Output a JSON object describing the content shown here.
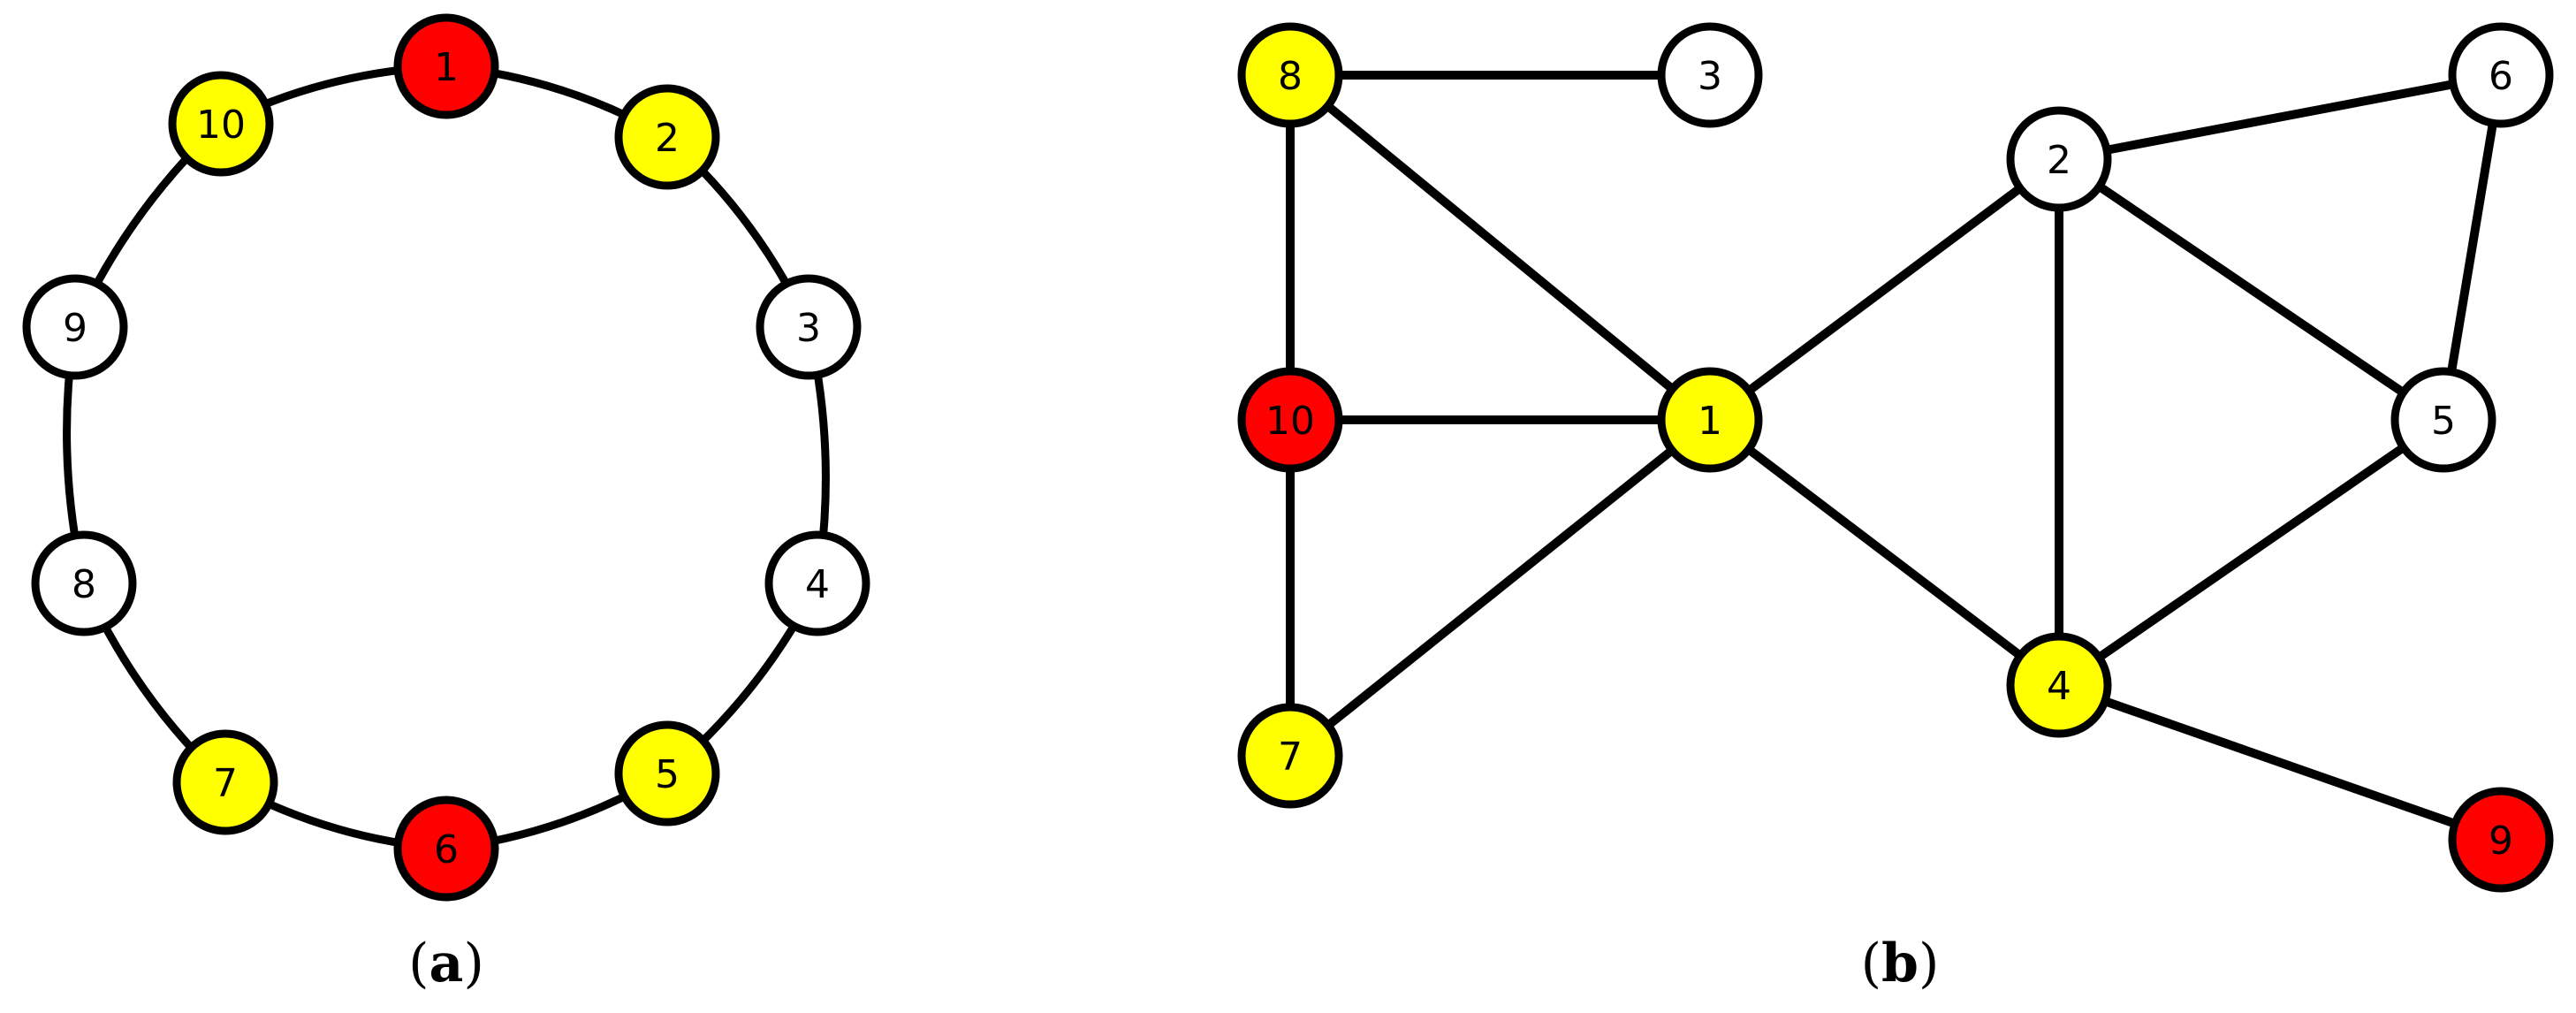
{
  "colors": {
    "red": "#ff0000",
    "yellow": "#ffff00",
    "white": "#ffffff",
    "stroke": "#000000"
  },
  "panels": [
    {
      "id": "a",
      "caption": {
        "open": "(",
        "letter": "a",
        "close": ")"
      },
      "layout": "ring",
      "nodes": [
        {
          "label": "1",
          "color": "red"
        },
        {
          "label": "2",
          "color": "yellow"
        },
        {
          "label": "3",
          "color": "white"
        },
        {
          "label": "4",
          "color": "white"
        },
        {
          "label": "5",
          "color": "yellow"
        },
        {
          "label": "6",
          "color": "red"
        },
        {
          "label": "7",
          "color": "yellow"
        },
        {
          "label": "8",
          "color": "white"
        },
        {
          "label": "9",
          "color": "white"
        },
        {
          "label": "10",
          "color": "yellow"
        }
      ],
      "edges": [
        [
          "1",
          "2"
        ],
        [
          "2",
          "3"
        ],
        [
          "3",
          "4"
        ],
        [
          "4",
          "5"
        ],
        [
          "5",
          "6"
        ],
        [
          "6",
          "7"
        ],
        [
          "7",
          "8"
        ],
        [
          "8",
          "9"
        ],
        [
          "9",
          "10"
        ],
        [
          "10",
          "1"
        ]
      ]
    },
    {
      "id": "b",
      "caption": {
        "open": "(",
        "letter": "b",
        "close": ")"
      },
      "layout": "graph",
      "nodes": [
        {
          "label": "1",
          "color": "yellow"
        },
        {
          "label": "2",
          "color": "white"
        },
        {
          "label": "3",
          "color": "white"
        },
        {
          "label": "4",
          "color": "yellow"
        },
        {
          "label": "5",
          "color": "white"
        },
        {
          "label": "6",
          "color": "white"
        },
        {
          "label": "7",
          "color": "yellow"
        },
        {
          "label": "8",
          "color": "yellow"
        },
        {
          "label": "9",
          "color": "red"
        },
        {
          "label": "10",
          "color": "red"
        }
      ],
      "edges": [
        [
          "8",
          "3"
        ],
        [
          "8",
          "10"
        ],
        [
          "8",
          "1"
        ],
        [
          "10",
          "1"
        ],
        [
          "10",
          "7"
        ],
        [
          "7",
          "1"
        ],
        [
          "1",
          "2"
        ],
        [
          "1",
          "4"
        ],
        [
          "2",
          "6"
        ],
        [
          "2",
          "5"
        ],
        [
          "2",
          "4"
        ],
        [
          "6",
          "5"
        ],
        [
          "5",
          "4"
        ],
        [
          "4",
          "9"
        ]
      ]
    }
  ]
}
